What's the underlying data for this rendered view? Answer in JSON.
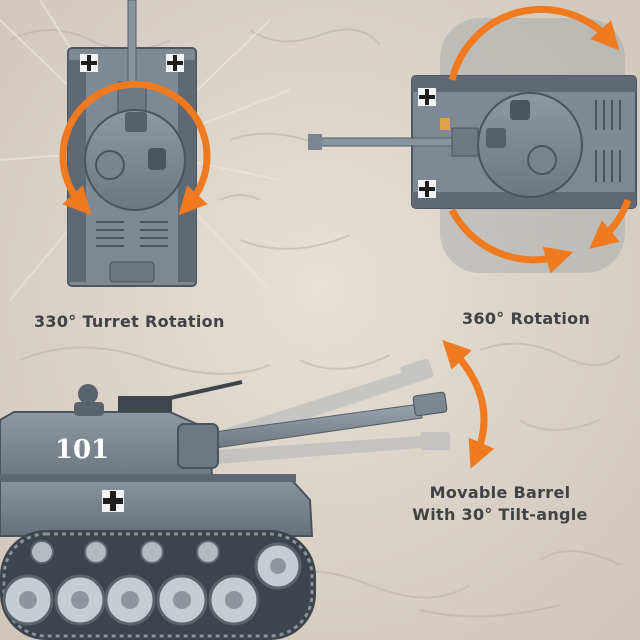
{
  "captions": {
    "turret_330": "330° Turret Rotation",
    "rotation_360": "360° Rotation",
    "barrel_line1": "Movable Barrel",
    "barrel_line2": "With 30° Tilt-angle"
  },
  "tank": {
    "hull_number": "101"
  },
  "colors": {
    "sand": "#d8d1c6",
    "tank_grey": "#7b8591",
    "tank_dark": "#4b535c",
    "arrow_orange": "#ef7a1f",
    "caption_text": "#3f4246"
  },
  "icons": [
    "balkenkreuz-icon",
    "rotation-arrow-icon",
    "tilt-arrow-icon"
  ]
}
